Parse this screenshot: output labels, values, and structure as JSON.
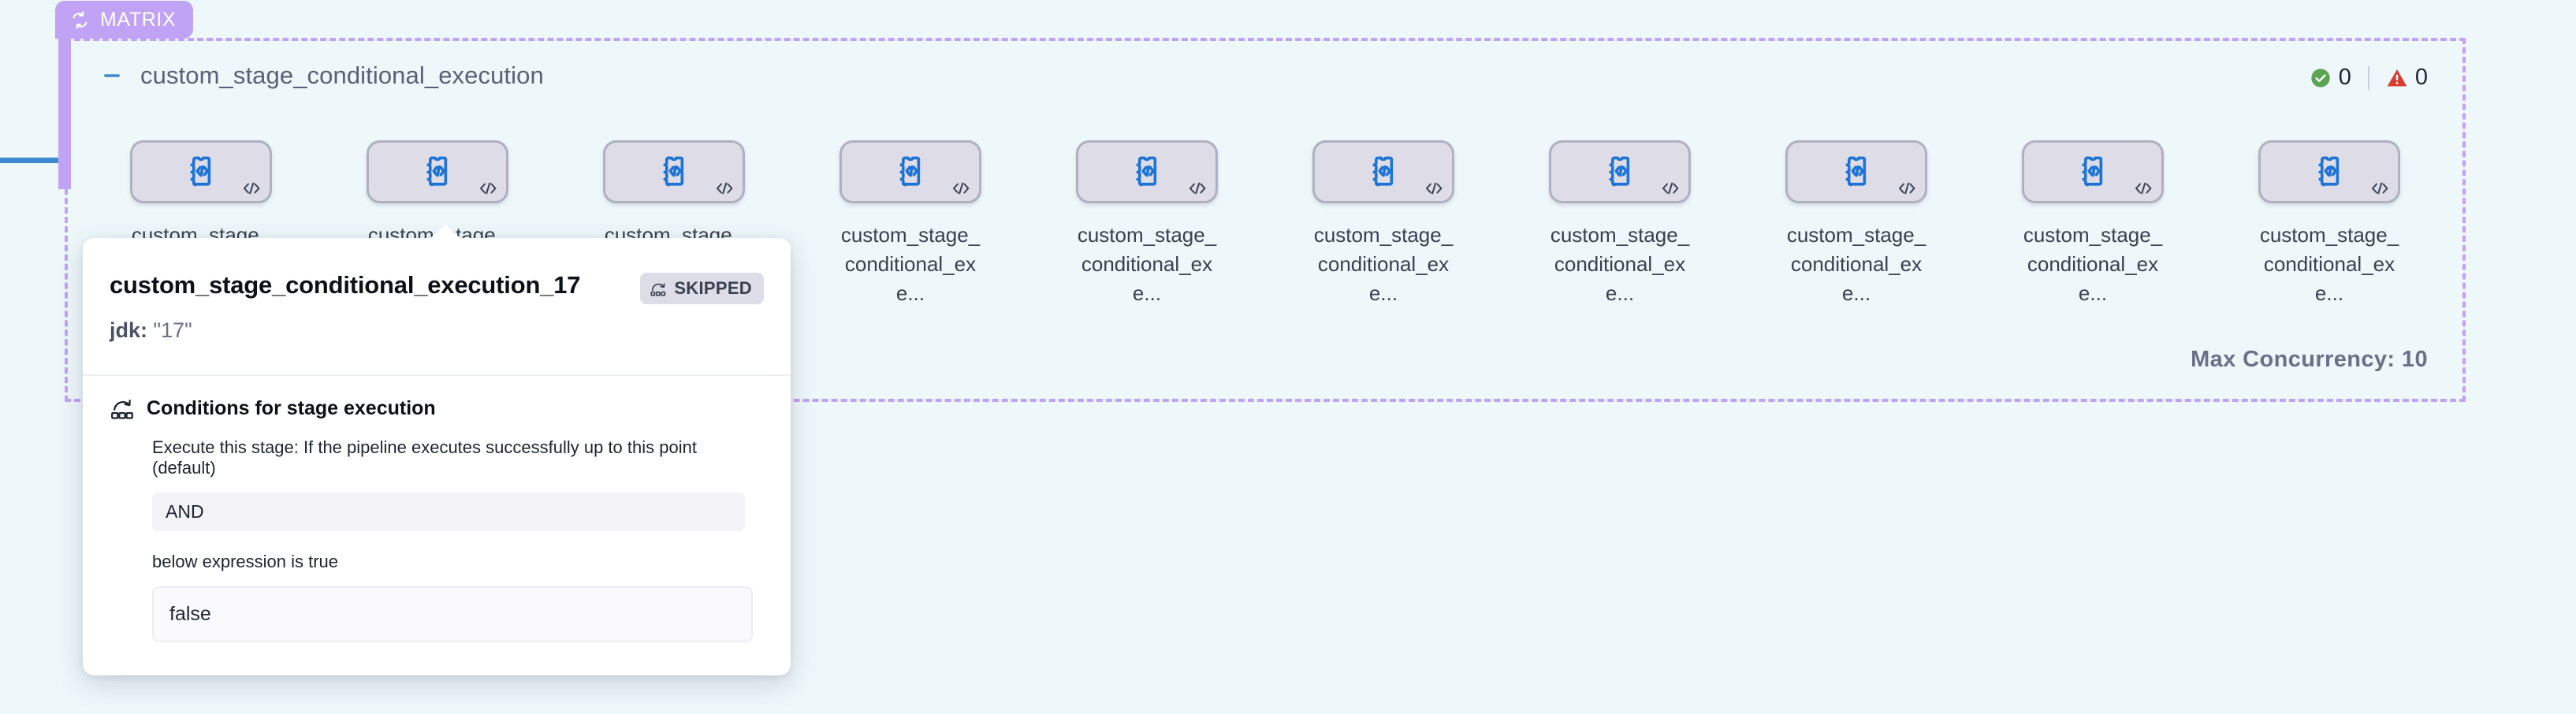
{
  "matrix": {
    "badge_label": "MATRIX",
    "badge_icon": "loop-refresh-icon",
    "badge_color": "#c0a3f5",
    "collapse_icon": "minus-collapse-icon",
    "title": "custom_stage_conditional_execution",
    "max_concurrency_label": "Max Concurrency: 10",
    "border_style": "dashed",
    "border_color": "#c0a3f5"
  },
  "status": {
    "success": {
      "icon": "check-circle-icon",
      "count": "0",
      "color": "#5aa552"
    },
    "warning": {
      "icon": "warning-triangle-icon",
      "count": "0",
      "color": "#d93c30"
    }
  },
  "nodes": [
    {
      "label": "custom_stage_conditional_exe...",
      "icon": "custom-stage-code-icon",
      "corner_icon": "code-brackets-icon"
    },
    {
      "label": "custom_stage_conditional_exe...",
      "icon": "custom-stage-code-icon",
      "corner_icon": "code-brackets-icon"
    },
    {
      "label": "custom_stage_conditional_exe...",
      "icon": "custom-stage-code-icon",
      "corner_icon": "code-brackets-icon"
    },
    {
      "label": "custom_stage_conditional_exe...",
      "icon": "custom-stage-code-icon",
      "corner_icon": "code-brackets-icon"
    },
    {
      "label": "custom_stage_conditional_exe...",
      "icon": "custom-stage-code-icon",
      "corner_icon": "code-brackets-icon"
    },
    {
      "label": "custom_stage_conditional_exe...",
      "icon": "custom-stage-code-icon",
      "corner_icon": "code-brackets-icon"
    },
    {
      "label": "custom_stage_conditional_exe...",
      "icon": "custom-stage-code-icon",
      "corner_icon": "code-brackets-icon"
    },
    {
      "label": "custom_stage_conditional_exe...",
      "icon": "custom-stage-code-icon",
      "corner_icon": "code-brackets-icon"
    },
    {
      "label": "custom_stage_conditional_exe...",
      "icon": "custom-stage-code-icon",
      "corner_icon": "code-brackets-icon"
    },
    {
      "label": "custom_stage_conditional_exe...",
      "icon": "custom-stage-code-icon",
      "corner_icon": "code-brackets-icon"
    }
  ],
  "tooltip": {
    "title": "custom_stage_conditional_execution_17",
    "status_badge": {
      "label": "SKIPPED",
      "icon": "skip-arc-icon"
    },
    "subtitle_key": "jdk:",
    "subtitle_value": "\"17\"",
    "conditions": {
      "icon": "conditions-execution-icon",
      "heading": "Conditions for stage execution",
      "description": "Execute this stage: If the pipeline executes successfully up to this point (default)",
      "operator": "AND",
      "note": "below expression is true",
      "expression": "false"
    }
  }
}
